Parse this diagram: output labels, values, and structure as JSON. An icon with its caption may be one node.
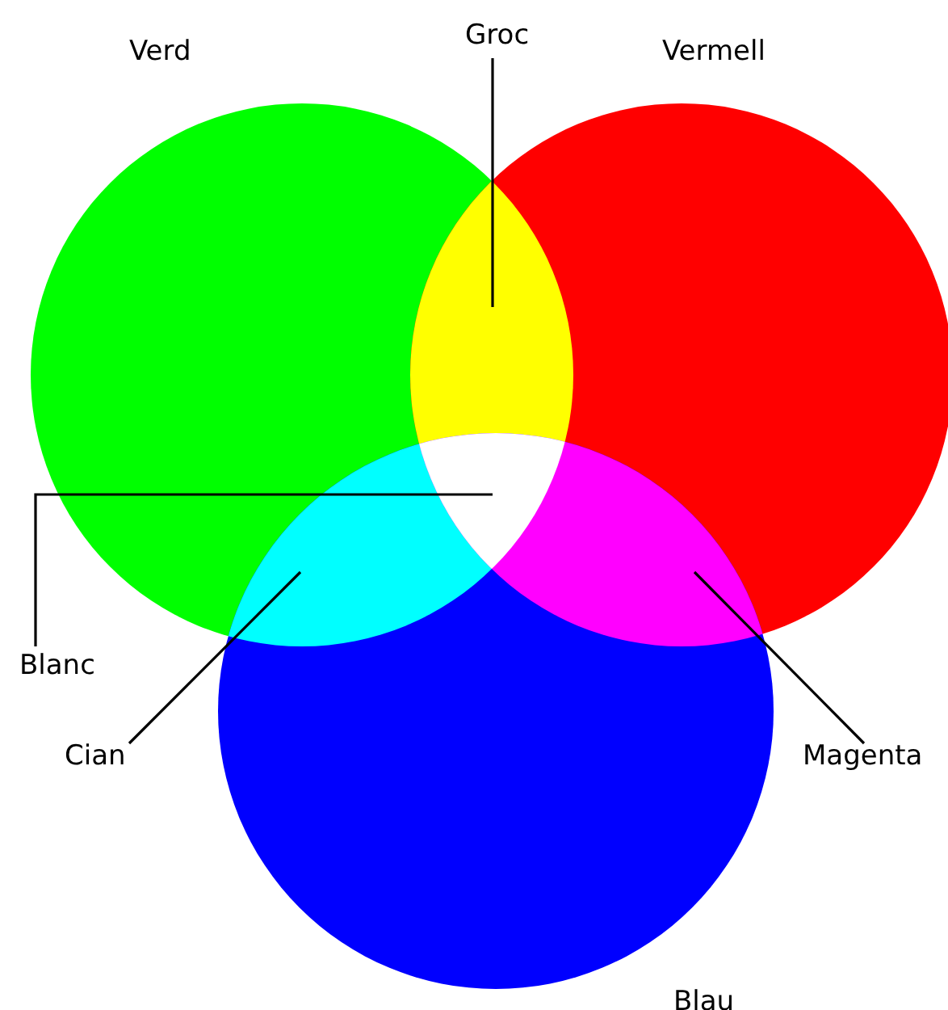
{
  "diagram": {
    "nodes": [
      {
        "text": [
          "Groc"
        ]
      },
      {
        "text": [
          "Blanc"
        ]
      },
      {
        "text": [
          "Cian"
        ]
      },
      {
        "text": [
          "Magenta"
        ]
      }
    ],
    "edges": [
      {
        "from": 0,
        "to": null,
        "arrow": "none"
      },
      {
        "from": 1,
        "to": null,
        "arrow": "none"
      },
      {
        "from": 2,
        "to": null,
        "arrow": "none"
      },
      {
        "from": 3,
        "to": null,
        "arrow": "none"
      }
    ],
    "labels": [
      "Verd",
      "Vermell",
      "Blau"
    ]
  }
}
